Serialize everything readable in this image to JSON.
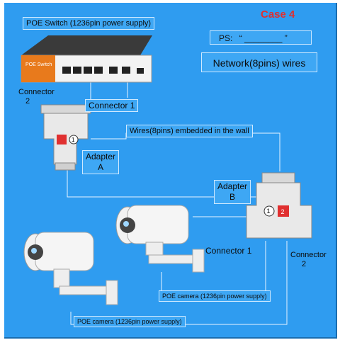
{
  "case_label": "Case 4",
  "poe_switch_label": "POE Switch (1236pin power supply)",
  "ps_label": "PS:",
  "ps_value": "“ ________ ”",
  "network_wires_label": "Network(8pins) wires",
  "switch_brand": "POE Switch",
  "connector2_left": [
    "Connector",
    "2"
  ],
  "connector1_top": "Connector 1",
  "wires_label": "Wires(8pins) embedded in the wall",
  "adapter_a": [
    "Adapter",
    "A"
  ],
  "adapter_b": [
    "Adapter",
    "B"
  ],
  "connector1_mid": "Connector 1",
  "connector2_right": [
    "Connector",
    "2"
  ],
  "poe_camera_mid": "POE camera (1236pin power supply)",
  "poe_camera_bottom": "POE camera (1236pin power supply)",
  "adapter_a_port": "1",
  "adapter_b_ports": [
    "1",
    "2"
  ],
  "colors": {
    "background": "#2f9cf0",
    "case_text": "#e03030",
    "switch_accent": "#e87a1c",
    "port_badge": "#e03030"
  }
}
